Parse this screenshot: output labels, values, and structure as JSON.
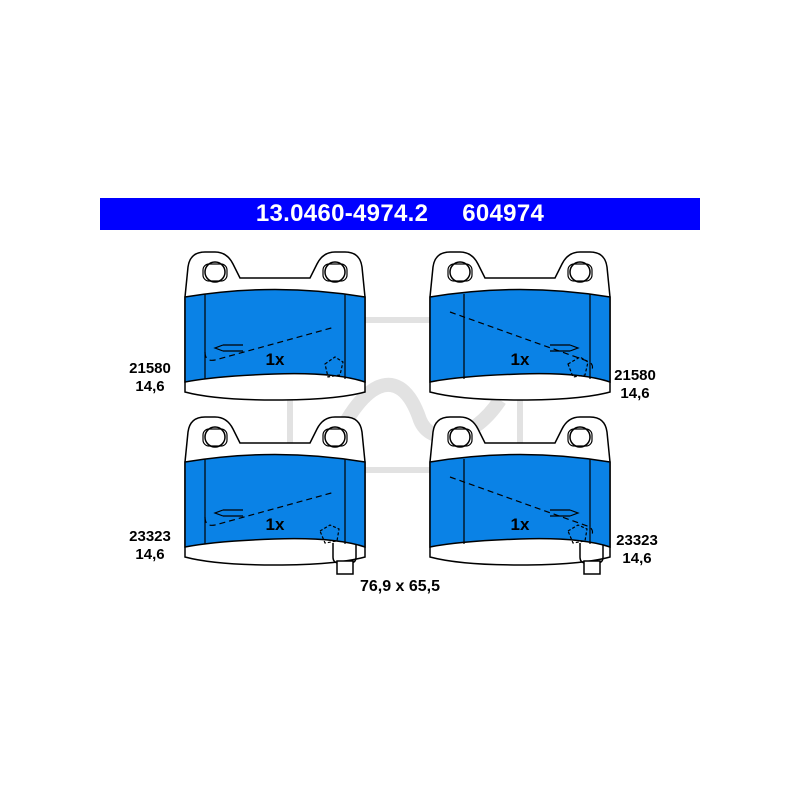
{
  "header": {
    "part_number": "13.0460-4974.2",
    "code": "604974",
    "color": "#0000ff"
  },
  "pads": [
    {
      "quantity": "1x",
      "code": "21580",
      "thickness": "14,6",
      "sensor": false,
      "arrow": "left"
    },
    {
      "quantity": "1x",
      "code": "21580",
      "thickness": "14,6",
      "sensor": false,
      "arrow": "right"
    },
    {
      "quantity": "1x",
      "code": "23323",
      "thickness": "14,6",
      "sensor": true,
      "arrow": "left"
    },
    {
      "quantity": "1x",
      "code": "23323",
      "thickness": "14,6",
      "sensor": true,
      "arrow": "right"
    }
  ],
  "dimensions": "76,9 x 65,5",
  "colors": {
    "pad_fill": "#0a82e6",
    "outline": "#000000",
    "watermark": "#e6e6e6"
  }
}
